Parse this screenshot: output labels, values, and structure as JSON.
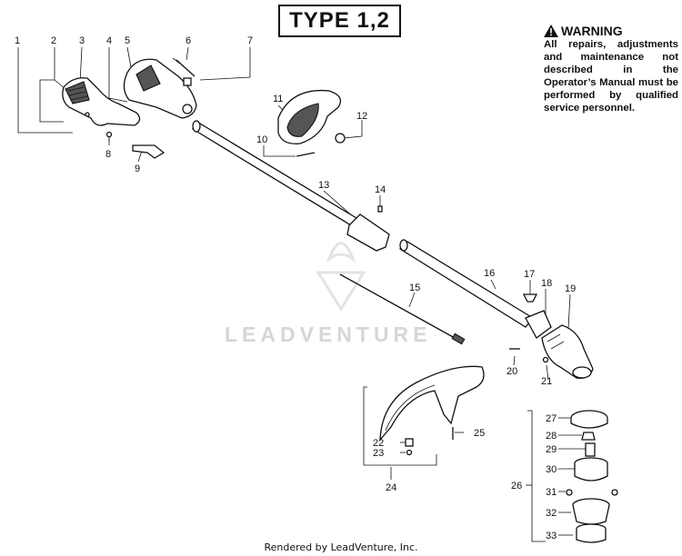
{
  "header": {
    "type_label": "TYPE 1,2"
  },
  "warning": {
    "icon": "warning-triangle-icon",
    "title": "WARNING",
    "text": "All repairs, adjustments and maintenance not described in the Operator’s Manual must be performed by qualified service personnel."
  },
  "watermark": {
    "text": "LEADVENTURE"
  },
  "footer": {
    "text": "Rendered by LeadVenture, Inc."
  },
  "callouts": [
    "1",
    "2",
    "3",
    "4",
    "5",
    "6",
    "7",
    "8",
    "9",
    "10",
    "11",
    "12",
    "13",
    "14",
    "15",
    "16",
    "17",
    "18",
    "19",
    "20",
    "21",
    "22",
    "23",
    "24",
    "25",
    "26",
    "27",
    "28",
    "29",
    "30",
    "31",
    "32",
    "33"
  ]
}
